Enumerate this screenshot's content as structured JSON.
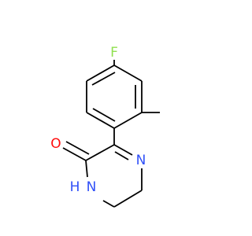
{
  "molecule": {
    "atoms": [
      {
        "id": "F",
        "label": "F",
        "color": "#90e050"
      },
      {
        "id": "O",
        "label": "O",
        "color": "#ff0d0d"
      },
      {
        "id": "N4",
        "label": "N",
        "color": "#3050f8"
      },
      {
        "id": "N1",
        "label": "N",
        "color": "#3050f8"
      },
      {
        "id": "H1",
        "label": "H",
        "color": "#3050f8"
      }
    ]
  }
}
